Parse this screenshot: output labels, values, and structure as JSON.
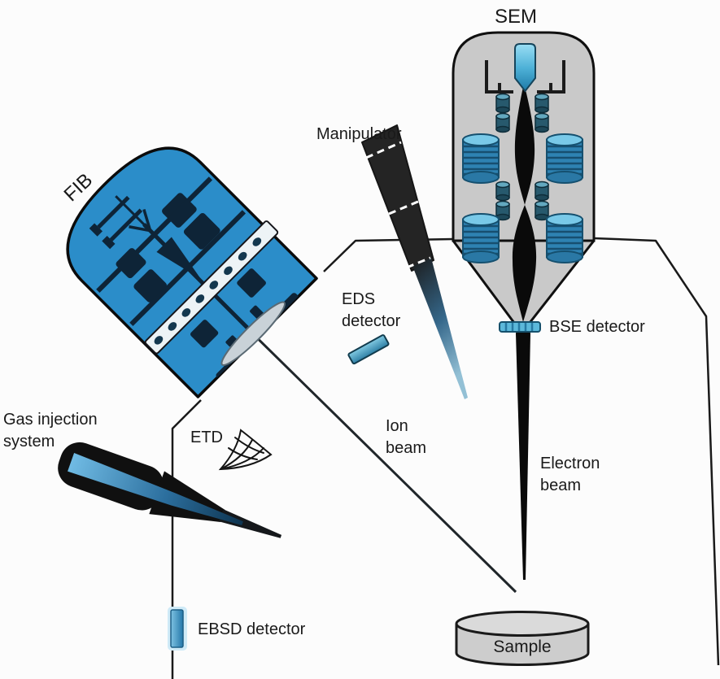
{
  "labels": {
    "sem": "SEM",
    "fib": "FIB",
    "manipulator": "Manipulator",
    "eds_detector": "EDS\ndetector",
    "bse_detector": "BSE detector",
    "ion_beam": "Ion\nbeam",
    "electron_beam": "Electron\nbeam",
    "gas_injection": "Gas injection\nsystem",
    "etd": "ETD",
    "ebsd_detector": "EBSD detector",
    "sample": "Sample"
  },
  "colors": {
    "fib_blue": "#2b8dc9",
    "sem_gray": "#c9c9c9",
    "sample_gray": "#cdcdcd",
    "detector_blue": "#5cb8da",
    "coil_blue": "#2e82b2",
    "beam_black": "#0a0a0a",
    "outline": "#161616"
  }
}
